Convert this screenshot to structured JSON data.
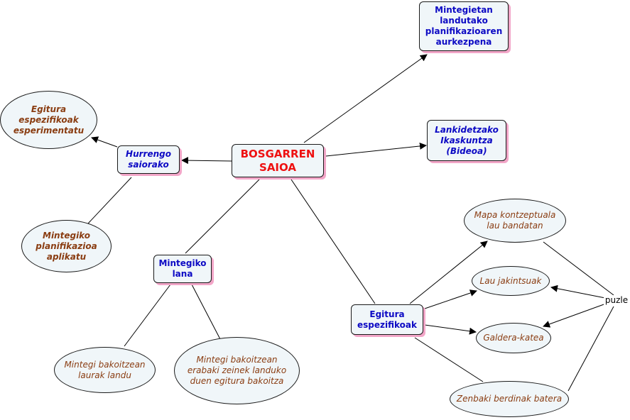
{
  "nodes": {
    "center": "BOSGARREN\nSAIOA",
    "mintegietan": "Mintegietan\nlandutako\nplanifikazioaren\naurkezpena",
    "lankidetzako": "Lankidetzako\nIkaskuntza\n(Bideoa)",
    "hurrengo": "Hurrengo\nsaiorako",
    "egitura_esperimentatu": "Egitura\nespezifikoak\nesperimentatu",
    "planifikazioa_aplikatu": "Mintegiko\nplanifikazioa\naplikatu",
    "mintegiko_lana": "Mintegiko\nlana",
    "mintegi_laurak": "Mintegi bakoitzean\nlaurak landu",
    "mintegi_erabaki": "Mintegi bakoitzean\nerabaki zeinek landuko\nduen egitura bakoitza",
    "egitura_espezifikoak": "Egitura\nespezifikoak",
    "mapa": "Mapa kontzeptuala\nlau bandatan",
    "lau_jakintsuak": "Lau jakintsuak",
    "galdera": "Galdera-katea",
    "zenbaki": "Zenbaki berdinak batera",
    "puzle": "puzle"
  },
  "colors": {
    "box_fill": "#f0f6f9",
    "box_shadow": "#f2a6c8",
    "title_red": "#ee1111",
    "concept_blue": "#0d0ac4",
    "leaf_brown": "#8a3d12",
    "line": "#000000"
  }
}
